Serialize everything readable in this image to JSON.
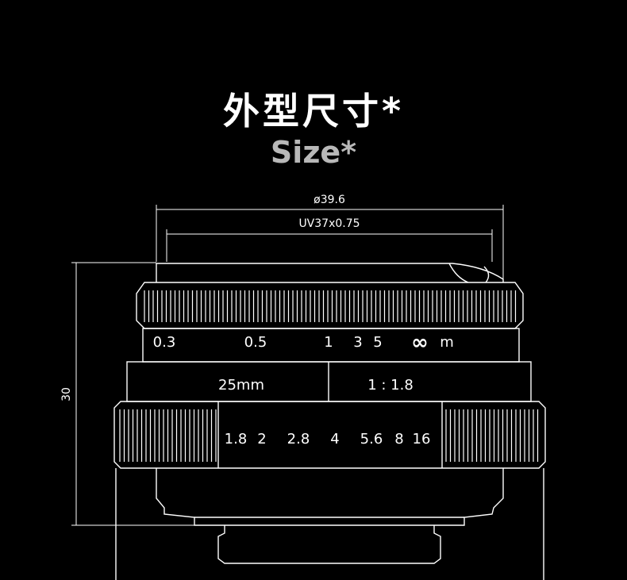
{
  "title": {
    "cn": "外型尺寸*",
    "en": "Size*"
  },
  "dimensions": {
    "diameter": "ø39.6",
    "filter_thread": "UV37x0.75",
    "height": "30"
  },
  "focus_scale": {
    "labels": [
      "0.3",
      "0.5",
      "1",
      "3",
      "5",
      "∞",
      "m"
    ]
  },
  "specs": {
    "focal_length": "25mm",
    "aperture": "1 : 1.8"
  },
  "aperture_scale": {
    "labels": [
      "1.8",
      "2",
      "2.8",
      "4",
      "5.6",
      "8",
      "16"
    ]
  }
}
